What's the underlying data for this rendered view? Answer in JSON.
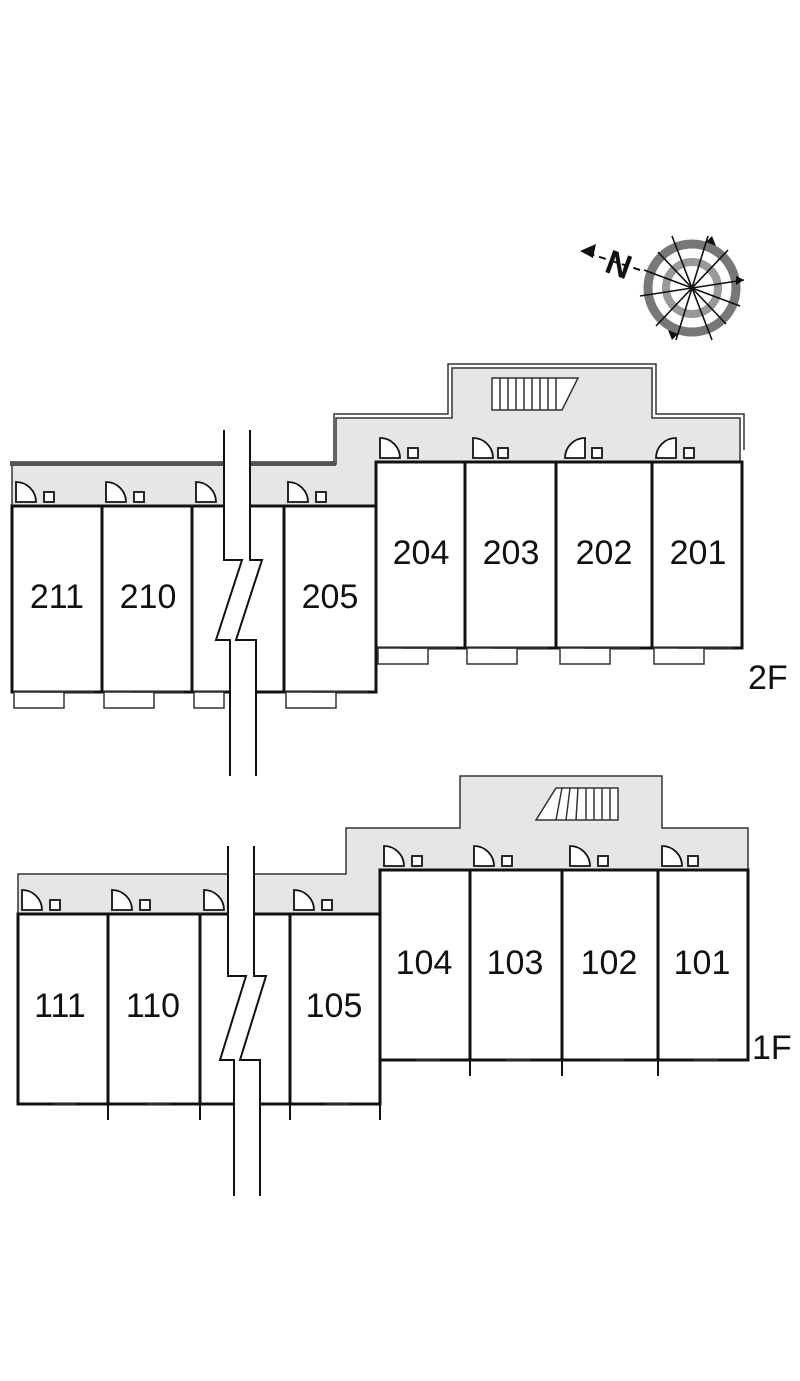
{
  "compass": {
    "north_label": "N"
  },
  "floors": [
    {
      "label": "2F",
      "units": [
        "211",
        "210",
        "205",
        "204",
        "203",
        "202",
        "201"
      ]
    },
    {
      "label": "1F",
      "units": [
        "111",
        "110",
        "105",
        "104",
        "103",
        "102",
        "101"
      ]
    }
  ]
}
